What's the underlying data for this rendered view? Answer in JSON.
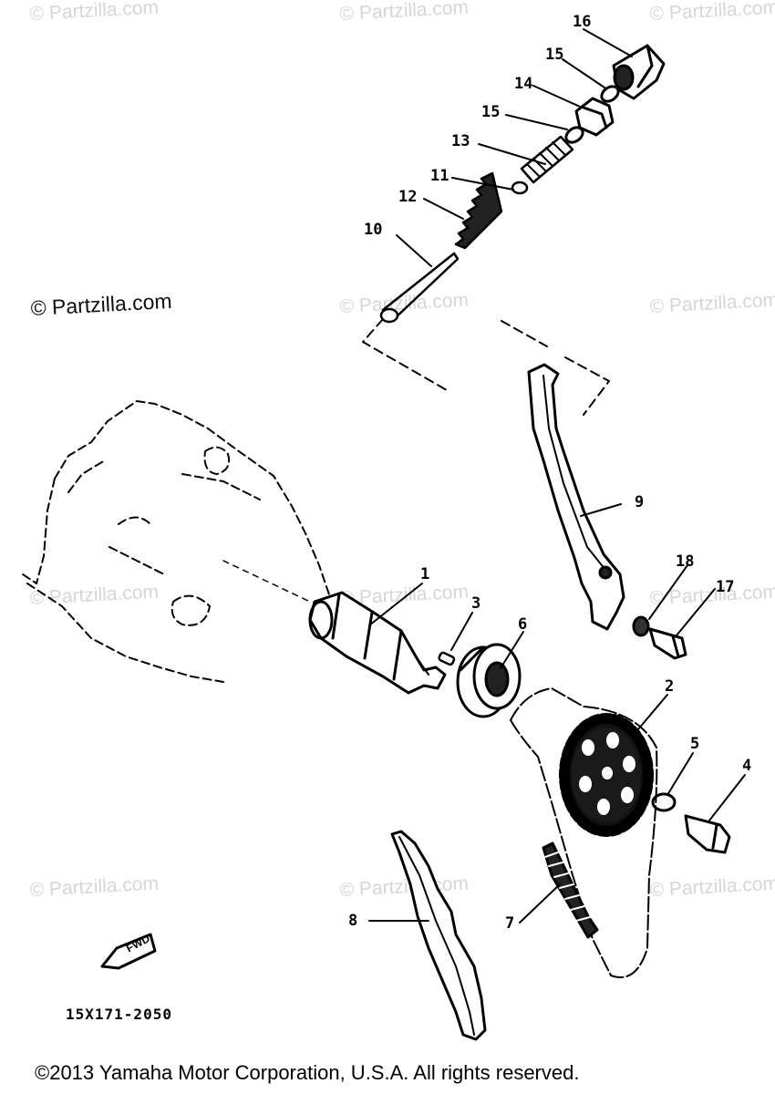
{
  "watermarks": [
    "© Partzilla.com",
    "© Partzilla.com",
    "© Partzilla.com",
    "© Partzilla.com",
    "© Partzilla.com",
    "© Partzilla.com",
    "© Partzilla.com",
    "© Partzilla.com",
    "© Partzilla.com",
    "© Partzilla.com",
    "© Partzilla.com",
    "© Partzilla.com"
  ],
  "callouts": {
    "c1": "1",
    "c2": "2",
    "c3": "3",
    "c4": "4",
    "c5": "5",
    "c6": "6",
    "c7": "7",
    "c8": "8",
    "c9": "9",
    "c10": "10",
    "c11": "11",
    "c12": "12",
    "c13": "13",
    "c14": "14",
    "c15a": "15",
    "c15b": "15",
    "c16": "16",
    "c17": "17",
    "c18": "18"
  },
  "fwd_label": "FWD",
  "part_code": "15X171-2050",
  "copyright": "©2013  Yamaha Motor Corporation, U.S.A. All rights reserved."
}
